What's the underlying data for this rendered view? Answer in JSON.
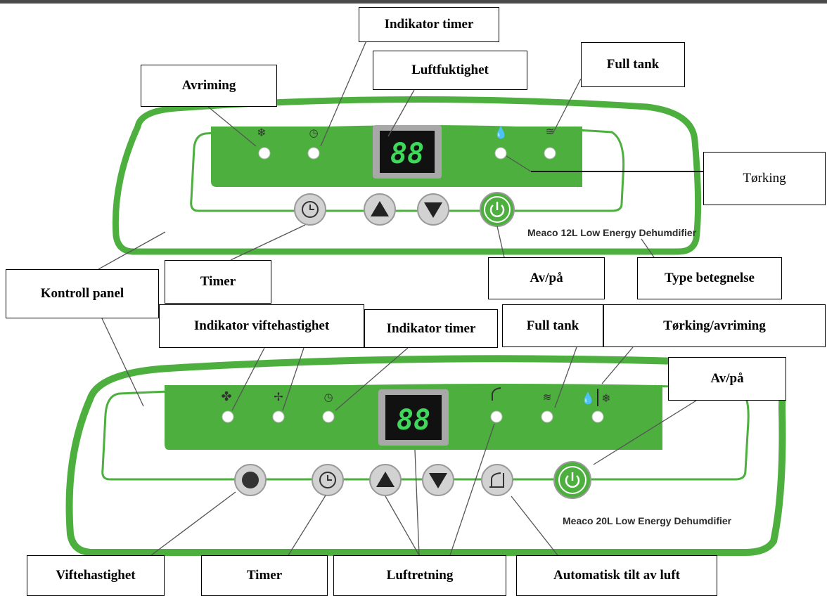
{
  "colors": {
    "panel_green": "#4caf3e",
    "panel_dark_green": "#3d8f33",
    "led_digits": "#3ed85a",
    "indicator_off": "#ffffff"
  },
  "top_panel": {
    "model": "Meaco 12L Low Energy Dehumdifier",
    "display": "88",
    "indicators": [
      "snowflake-icon",
      "clock-icon",
      "drop-icon",
      "waves-icon"
    ],
    "buttons": [
      "timer-button",
      "up-arrow-button",
      "down-arrow-button",
      "power-button"
    ]
  },
  "bottom_panel": {
    "model": "Meaco 20L Low Energy Dehumdifier",
    "display": "88",
    "indicators": [
      "fan-high-icon",
      "fan-low-icon",
      "clock-icon",
      "swing-icon",
      "waves-icon",
      "drop-snowflake-icon"
    ],
    "buttons": [
      "fan-button",
      "timer-button",
      "up-arrow-button",
      "down-arrow-button",
      "swing-button",
      "power-button"
    ]
  },
  "labels": {
    "indikator_timer_top": "Indikator timer",
    "luftfuktighet": "Luftfuktighet",
    "avriming": "Avriming",
    "full_tank_top": "Full tank",
    "torking": "Tørking",
    "timer_top": "Timer",
    "av_pa_top": "Av/på",
    "type_betegnelse": "Type betegnelse",
    "kontroll_panel": "Kontroll panel",
    "indikator_viftehastighet": "Indikator viftehastighet",
    "indikator_timer_bottom": "Indikator timer",
    "full_tank_bottom": "Full tank",
    "torking_avriming": "Tørking/avriming",
    "av_pa_bottom": "Av/på",
    "viftehastighet": "Viftehastighet",
    "timer_bottom": "Timer",
    "luftretning": "Luftretning",
    "automatisk_tilt": "Automatisk tilt av luft"
  }
}
